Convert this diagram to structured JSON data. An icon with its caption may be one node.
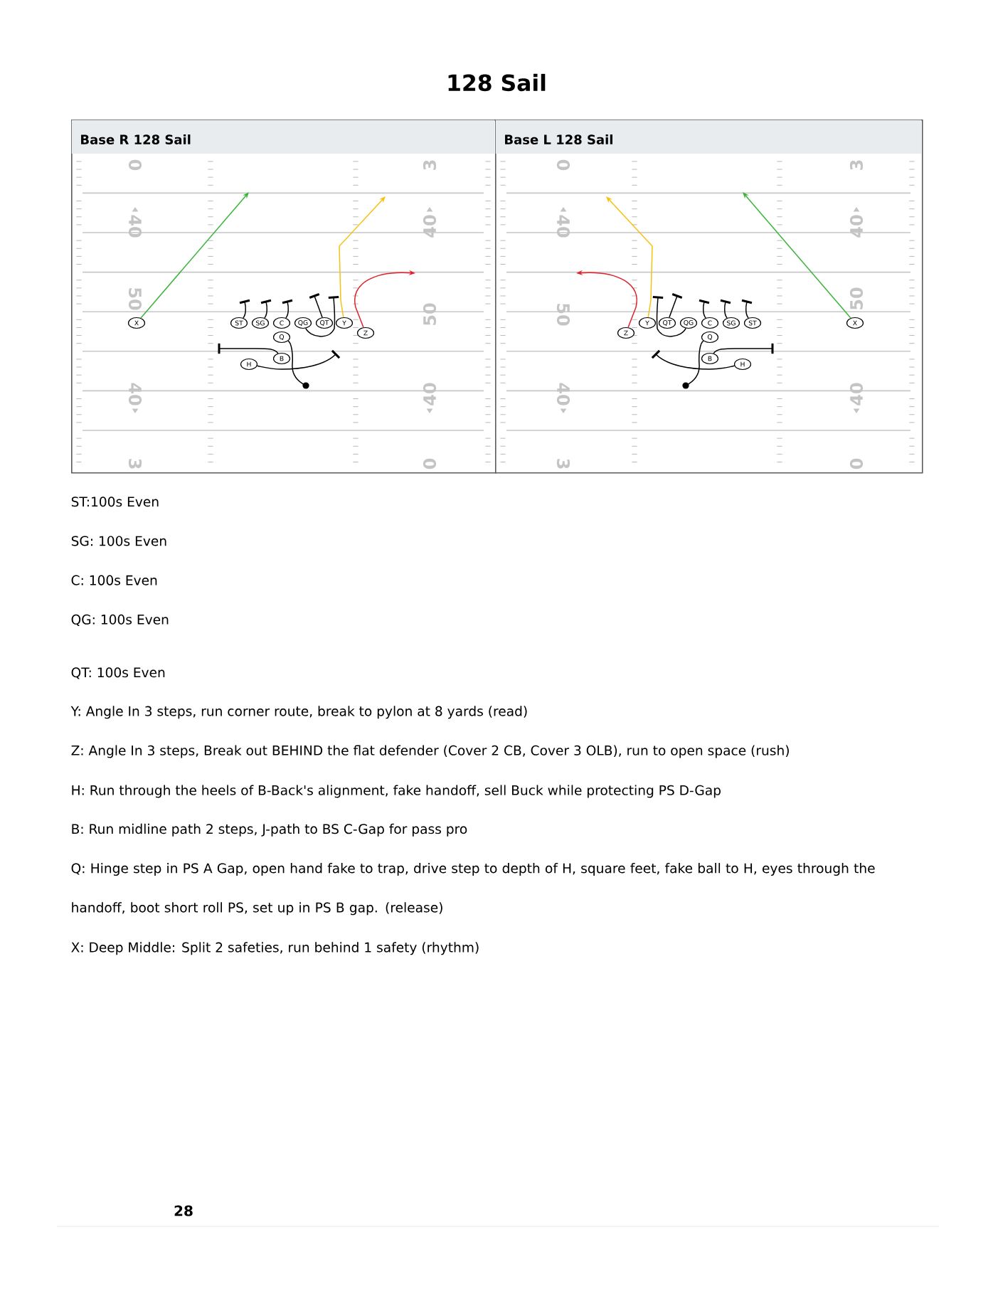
{
  "diagram": {
    "title": "128 Sail",
    "nodes": [
      {
        "text": [
          "Base R 128 Sail"
        ]
      },
      {
        "text": [
          "X"
        ],
        "in": 0
      },
      {
        "text": [
          "ST"
        ],
        "in": 0
      },
      {
        "text": [
          "SG"
        ],
        "in": 0
      },
      {
        "text": [
          "C"
        ],
        "in": 0
      },
      {
        "text": [
          "QG"
        ],
        "in": 0
      },
      {
        "text": [
          "QT"
        ],
        "in": 0
      },
      {
        "text": [
          "Y"
        ],
        "in": 0
      },
      {
        "text": [
          "Z"
        ],
        "in": 0
      },
      {
        "text": [
          "Q"
        ],
        "in": 0
      },
      {
        "text": [
          "B"
        ],
        "in": 0
      },
      {
        "text": [
          "H"
        ],
        "in": 0
      },
      {
        "text": [
          "Base L 128 Sail"
        ]
      },
      {
        "text": [
          "Y"
        ],
        "in": 12
      },
      {
        "text": [
          "QT"
        ],
        "in": 12
      },
      {
        "text": [
          "QG"
        ],
        "in": 12
      },
      {
        "text": [
          "C"
        ],
        "in": 12
      },
      {
        "text": [
          "SG"
        ],
        "in": 12
      },
      {
        "text": [
          "ST"
        ],
        "in": 12
      },
      {
        "text": [
          "X"
        ],
        "in": 12
      },
      {
        "text": [
          "Z"
        ],
        "in": 12
      },
      {
        "text": [
          "Q"
        ],
        "in": 12
      },
      {
        "text": [
          "B"
        ],
        "in": 12
      },
      {
        "text": [
          "H"
        ],
        "in": 12
      }
    ],
    "edges": [
      {
        "from": 1,
        "to": null,
        "arrow": "to",
        "color": "#3cb43c"
      },
      {
        "from": 7,
        "to": null,
        "arrow": "to",
        "color": "#f5c211"
      },
      {
        "from": 8,
        "to": null,
        "arrow": "to",
        "color": "#e0202a"
      },
      {
        "from": 2,
        "to": null,
        "arrow": "other"
      },
      {
        "from": 3,
        "to": null,
        "arrow": "other"
      },
      {
        "from": 4,
        "to": null,
        "arrow": "other"
      },
      {
        "from": 5,
        "to": null,
        "arrow": "other"
      },
      {
        "from": 6,
        "to": null,
        "arrow": "other"
      },
      {
        "from": 9,
        "to": null,
        "arrow": "other"
      },
      {
        "from": 10,
        "to": null,
        "arrow": "other"
      },
      {
        "from": 11,
        "to": null,
        "arrow": "other"
      },
      {
        "from": 19,
        "to": null,
        "arrow": "to",
        "color": "#3cb43c"
      },
      {
        "from": 13,
        "to": null,
        "arrow": "to",
        "color": "#f5c211"
      },
      {
        "from": 20,
        "to": null,
        "arrow": "to",
        "color": "#e0202a"
      },
      {
        "from": 18,
        "to": null,
        "arrow": "other"
      },
      {
        "from": 17,
        "to": null,
        "arrow": "other"
      },
      {
        "from": 16,
        "to": null,
        "arrow": "other"
      },
      {
        "from": 15,
        "to": null,
        "arrow": "other"
      },
      {
        "from": 14,
        "to": null,
        "arrow": "other"
      },
      {
        "from": 21,
        "to": null,
        "arrow": "other"
      },
      {
        "from": 22,
        "to": null,
        "arrow": "other"
      },
      {
        "from": 23,
        "to": null,
        "arrow": "other"
      }
    ],
    "labels": [
      "0",
      "3",
      "40",
      "40",
      "50",
      "50",
      "40",
      "40",
      "3",
      "0",
      "0",
      "3",
      "40",
      "40",
      "50",
      "50",
      "40",
      "40",
      "3",
      "0",
      "ST:100s Even",
      "SG: 100s Even",
      "C: 100s Even",
      "QG: 100s Even",
      "QT: 100s Even",
      "Y: Angle In 3 steps, run corner route, break to pylon at 8 yards (read)",
      "Z: Angle In 3 steps, Break out BEHIND the flat defender (Cover 2 CB, Cover 3 OLB), run to open space (rush)",
      "H: Run through the heels of B-Back's alignment, fake handoff, sell Buck while protecting PS D-Gap",
      "B: Run midline path 2 steps, J-path to BS C-Gap for pass pro",
      "Q: Hinge step in PS A Gap, open hand fake to trap, drive step to depth of H, square feet, fake ball to H, eyes through the handoff, boot short roll PS, set up in PS B gap. (release)",
      "X: Deep Middle: Split 2 safeties, run behind 1 safety (rhythm)",
      "28"
    ]
  }
}
